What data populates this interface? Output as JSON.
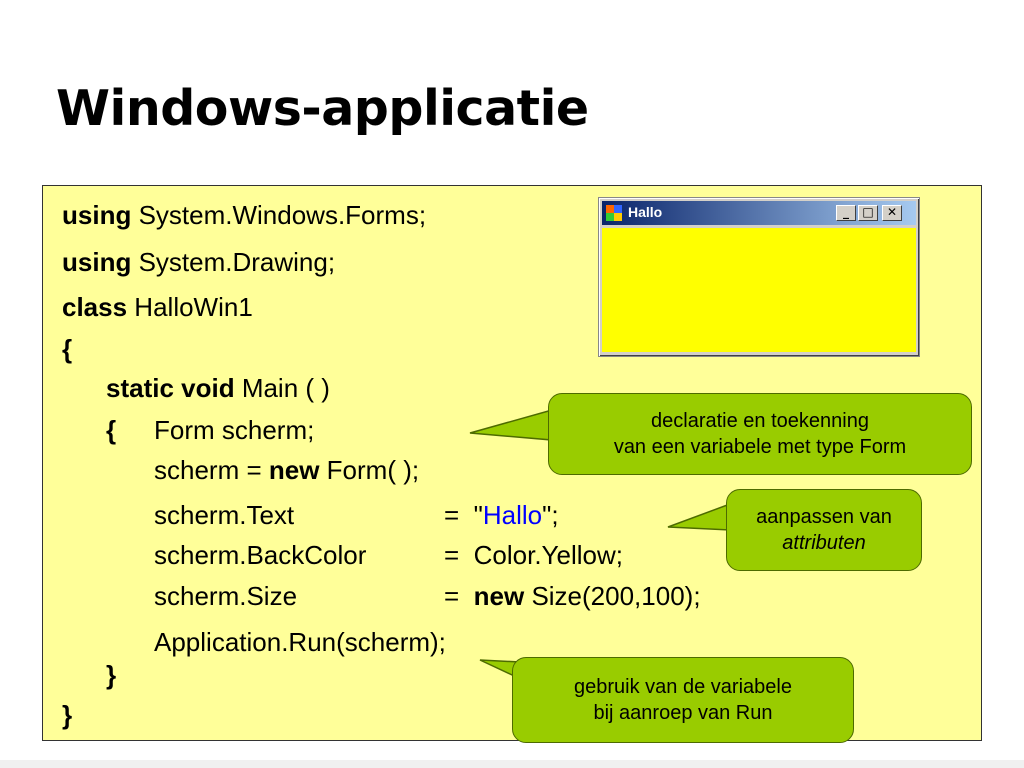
{
  "slide": {
    "title": "Windows-applicatie"
  },
  "code": {
    "l1_kw": "using",
    "l1_rest": " System.Windows.Forms;",
    "l2_kw": "using",
    "l2_rest": " System.Drawing;",
    "l3_kw": "class",
    "l3_rest": " HalloWin1",
    "l4": "{",
    "l5_kw": "static void",
    "l5_rest": " Main ( )",
    "l6_brace": "{",
    "l6_rest": "Form scherm;",
    "l7_a": "scherm = ",
    "l7_kw": "new",
    "l7_b": " Form( );",
    "l8_a": "scherm.Text",
    "l8_eq": "=  \"",
    "l8_str": "Hallo",
    "l8_b": "\";",
    "l9_a": "scherm.BackColor",
    "l9_eq": "=  Color.Yellow;",
    "l10_a": "scherm.Size",
    "l10_eq": "=  ",
    "l10_kw": "new",
    "l10_b": " Size(200,100);",
    "l11": "Application.Run(scherm);",
    "l12": "}",
    "l13": "}"
  },
  "window": {
    "title": "Hallo",
    "minimize": "_",
    "maximize": "□",
    "close": "✕",
    "backcolor": "#ffff00"
  },
  "callouts": {
    "c1_line1": "declaratie en toekenning",
    "c1_line2": "van een variabele met type Form",
    "c2_line1": "aanpassen van",
    "c2_line2": "attributen",
    "c3_line1": "gebruik van de variabele",
    "c3_line2": "bij aanroep van Run"
  },
  "colors": {
    "code_background": "#ffff99",
    "callout_fill": "#99cc00",
    "string_literal": "#0000ff"
  }
}
